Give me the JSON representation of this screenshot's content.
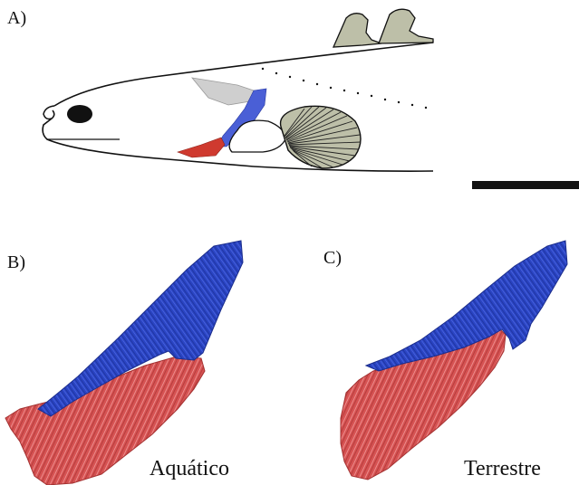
{
  "panels": {
    "a": {
      "label": "A)"
    },
    "b": {
      "label": "B)",
      "caption": "Aquático"
    },
    "c": {
      "label": "C)",
      "caption": "Terrestre"
    }
  },
  "colors": {
    "upper_bone": "#2d44c2",
    "lower_bone": "#d44c4c",
    "fin": "#bdbfa8",
    "fish_outline": "#111111",
    "gray_bone": "#cfcfcf",
    "scale_bar": "#111111"
  }
}
